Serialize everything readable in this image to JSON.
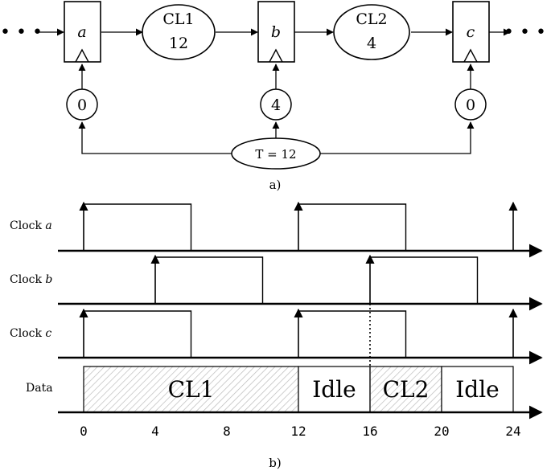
{
  "registers": [
    {
      "id": "a",
      "label": "a",
      "delay": "0"
    },
    {
      "id": "b",
      "label": "b",
      "delay": "4"
    },
    {
      "id": "c",
      "label": "c",
      "delay": "0"
    }
  ],
  "logic_blocks": [
    {
      "id": "cl1",
      "name": "CL1",
      "delay": "12"
    },
    {
      "id": "cl2",
      "name": "CL2",
      "delay": "4"
    }
  ],
  "ellipsis_left": "• • •",
  "ellipsis_right": "• • •",
  "clock_source": "T = 12",
  "caption_a": "a)",
  "caption_b": "b)",
  "timing": {
    "rows": [
      {
        "label_prefix": "Clock",
        "label_var": "a"
      },
      {
        "label_prefix": "Clock",
        "label_var": "b"
      },
      {
        "label_prefix": "Clock",
        "label_var": "c"
      }
    ],
    "data_label": "Data",
    "clock_a": {
      "edges": [
        0,
        12,
        24
      ],
      "pulses": [
        [
          0,
          6
        ],
        [
          12,
          18
        ]
      ]
    },
    "clock_b": {
      "edges": [
        4,
        16
      ],
      "pulses": [
        [
          4,
          10
        ],
        [
          16,
          22
        ]
      ]
    },
    "clock_c": {
      "edges": [
        0,
        12,
        24
      ],
      "pulses": [
        [
          0,
          6
        ],
        [
          12,
          18
        ]
      ]
    },
    "data_segments": [
      {
        "start": 0,
        "end": 12,
        "label": "CL1",
        "hatched": true
      },
      {
        "start": 12,
        "end": 16,
        "label": "Idle",
        "hatched": false
      },
      {
        "start": 16,
        "end": 20,
        "label": "CL2",
        "hatched": true
      },
      {
        "start": 20,
        "end": 24,
        "label": "Idle",
        "hatched": false
      }
    ],
    "marker_time": 16,
    "x_ticks": [
      "0",
      "4",
      "8",
      "12",
      "16",
      "20",
      "24"
    ]
  }
}
